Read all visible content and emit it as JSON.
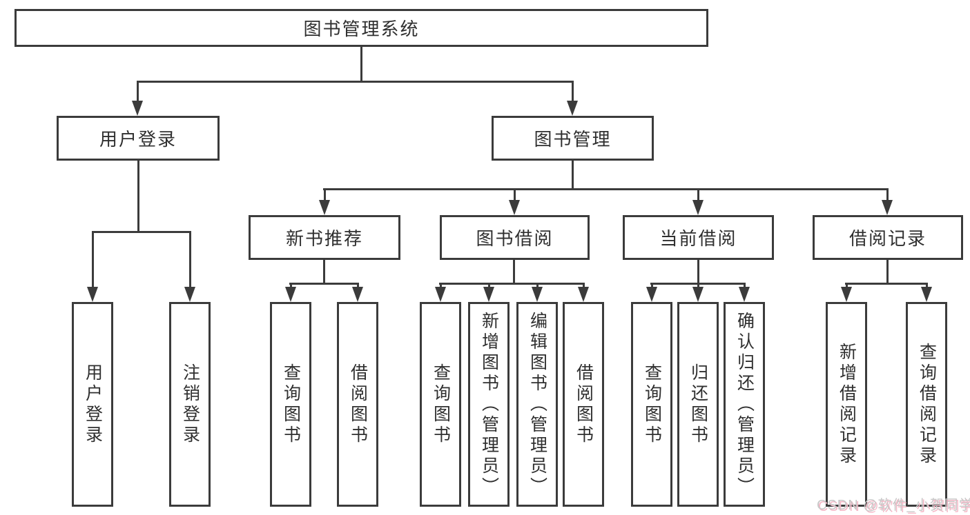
{
  "diagram": {
    "root": {
      "label": "图书管理系统"
    },
    "level2": [
      {
        "label": "用户登录"
      },
      {
        "label": "图书管理"
      }
    ],
    "level3": [
      {
        "label": "新书推荐"
      },
      {
        "label": "图书借阅"
      },
      {
        "label": "当前借阅"
      },
      {
        "label": "借阅记录"
      }
    ],
    "leaves": [
      {
        "label": "用户登录"
      },
      {
        "label": "注销登录"
      },
      {
        "label": "查询图书"
      },
      {
        "label": "借阅图书"
      },
      {
        "label": "查询图书"
      },
      {
        "label": "新增图书（管理员）"
      },
      {
        "label": "编辑图书（管理员）"
      },
      {
        "label": "借阅图书"
      },
      {
        "label": "查询图书"
      },
      {
        "label": "归还图书"
      },
      {
        "label": "确认归还（管理员）"
      },
      {
        "label": "新增借阅记录"
      },
      {
        "label": "查询借阅记录"
      }
    ]
  },
  "watermark": {
    "text": "CSDN @软件_小贺同学"
  },
  "colors": {
    "line": "#3b3b3b",
    "text": "#2f2f2f",
    "background": "#ffffff",
    "watermark": "#c8c8c8",
    "watermark_accent": "#f5b7c6"
  }
}
